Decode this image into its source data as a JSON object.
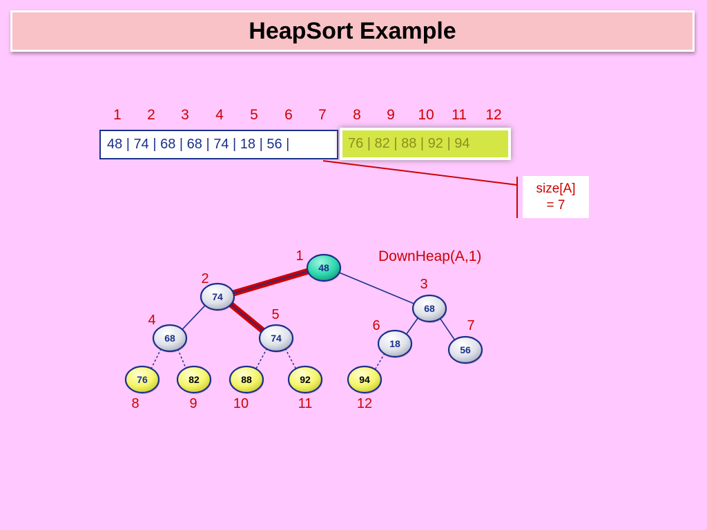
{
  "title": "HeapSort Example",
  "array": {
    "indices": [
      "1",
      "2",
      "3",
      "4",
      "5",
      "6",
      "7",
      "8",
      "9",
      "10",
      "11",
      "12"
    ],
    "heap_part": "48 | 74 | 68 | 68 | 74 | 18 | 56 |",
    "sorted_part": "76 | 82 | 88 | 92 | 94"
  },
  "size_label": {
    "line1": "size[A]",
    "line2": "= 7"
  },
  "operation": "DownHeap(A,1)",
  "tree": {
    "nodes": [
      {
        "pos": "1",
        "value": "48",
        "state": "active"
      },
      {
        "pos": "2",
        "value": "74",
        "state": "heap"
      },
      {
        "pos": "3",
        "value": "68",
        "state": "heap"
      },
      {
        "pos": "4",
        "value": "68",
        "state": "heap"
      },
      {
        "pos": "5",
        "value": "74",
        "state": "heap"
      },
      {
        "pos": "6",
        "value": "18",
        "state": "heap"
      },
      {
        "pos": "7",
        "value": "56",
        "state": "heap"
      },
      {
        "pos": "8",
        "value": "76",
        "state": "sorted"
      },
      {
        "pos": "9",
        "value": "82",
        "state": "sorted"
      },
      {
        "pos": "10",
        "value": "88",
        "state": "sorted"
      },
      {
        "pos": "11",
        "value": "92",
        "state": "sorted"
      },
      {
        "pos": "12",
        "value": "94",
        "state": "sorted"
      }
    ],
    "highlighted_path": [
      "1",
      "2",
      "5"
    ]
  },
  "colors": {
    "background": "#ffc8ff",
    "accent_red": "#cc0000",
    "heap_text": "#1a2f8a",
    "sorted_fill": "#f5f56a",
    "active_fill": "#2fd9b0"
  }
}
